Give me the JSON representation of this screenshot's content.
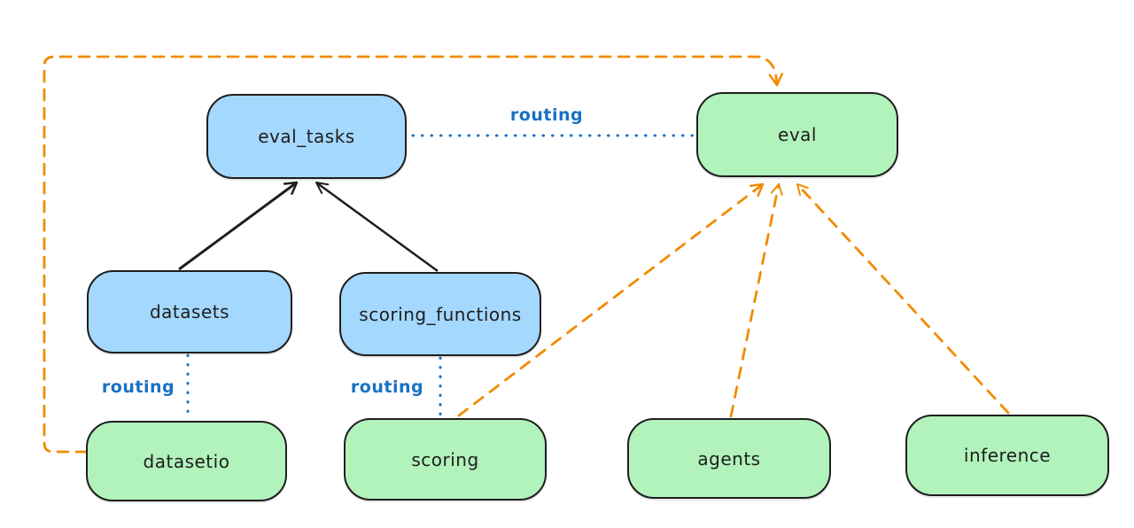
{
  "diagram": {
    "type": "architecture-diagram",
    "nodes": [
      {
        "id": "eval_tasks",
        "label": "eval_tasks",
        "fill": "blue"
      },
      {
        "id": "eval",
        "label": "eval",
        "fill": "green"
      },
      {
        "id": "datasets",
        "label": "datasets",
        "fill": "blue"
      },
      {
        "id": "scoring_functions",
        "label": "scoring_functions",
        "fill": "blue"
      },
      {
        "id": "datasetio",
        "label": "datasetio",
        "fill": "green"
      },
      {
        "id": "scoring",
        "label": "scoring",
        "fill": "green"
      },
      {
        "id": "agents",
        "label": "agents",
        "fill": "green"
      },
      {
        "id": "inference",
        "label": "inference",
        "fill": "green"
      }
    ],
    "edges": [
      {
        "from": "datasets",
        "to": "eval_tasks",
        "style": "solid-arrow",
        "label": ""
      },
      {
        "from": "scoring_functions",
        "to": "eval_tasks",
        "style": "solid-arrow",
        "label": ""
      },
      {
        "from": "eval_tasks",
        "to": "eval",
        "style": "dotted",
        "label": "routing"
      },
      {
        "from": "datasets",
        "to": "datasetio",
        "style": "dotted",
        "label": "routing"
      },
      {
        "from": "scoring_functions",
        "to": "scoring",
        "style": "dotted",
        "label": "routing"
      },
      {
        "from": "datasetio",
        "to": "eval",
        "style": "dashed-arrow",
        "label": ""
      },
      {
        "from": "scoring",
        "to": "eval",
        "style": "dashed-arrow",
        "label": ""
      },
      {
        "from": "agents",
        "to": "eval",
        "style": "dashed-arrow",
        "label": ""
      },
      {
        "from": "inference",
        "to": "eval",
        "style": "dashed-arrow",
        "label": ""
      }
    ],
    "colors": {
      "blue_fill": "#a5d8ff",
      "green_fill": "#b2f2bb",
      "node_stroke": "#1e1e1e",
      "solid_arrow": "#1e1e1e",
      "dashed_arrow": "#f08c00",
      "dotted_line": "#1971c2",
      "label_text": "#1971c2",
      "background": "#ffffff"
    }
  }
}
